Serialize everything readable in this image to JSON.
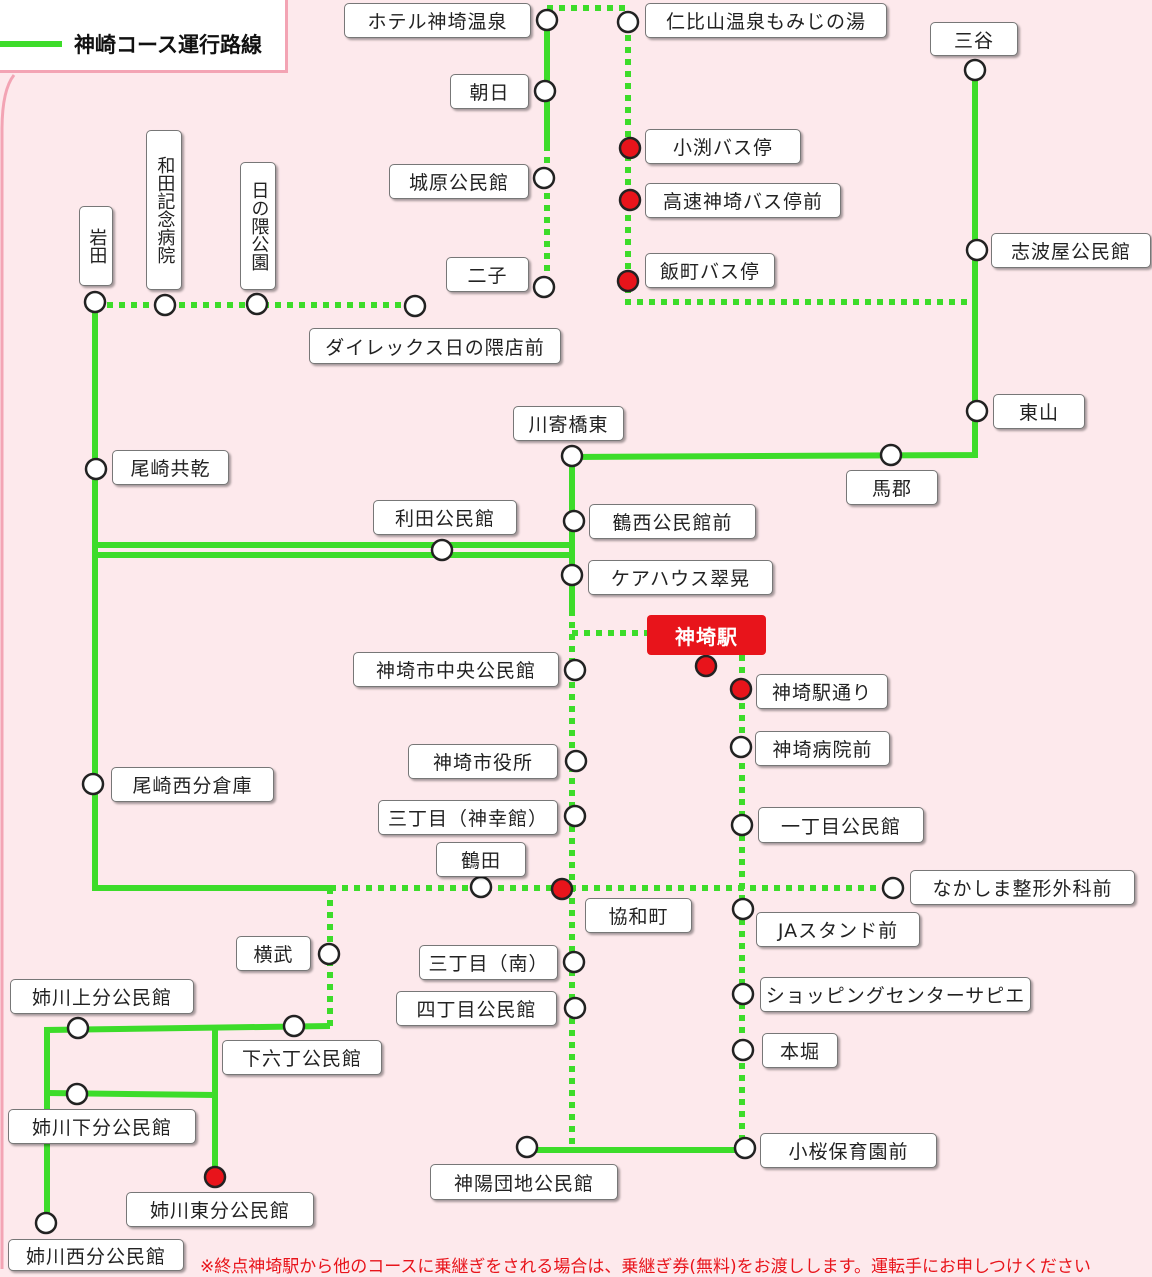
{
  "legend": {
    "route_label": "神崎コース運行路線"
  },
  "station": {
    "name": "神埼駅"
  },
  "stops": {
    "hotel_onsen": "ホテル神埼温泉",
    "nihiyama": "仁比山温泉もみじの湯",
    "sanya": "三谷",
    "asahi": "朝日",
    "kobuchi": "小渕バス停",
    "kosoku": "高速神埼バス停前",
    "jobaru": "城原公民館",
    "iimachi": "飯町バス停",
    "shibaya": "志波屋公民館",
    "wada": "和田記念病院",
    "hinokuma_park": "日の隈公園",
    "iwata": "岩田",
    "futago": "二子",
    "direx": "ダイレックス日の隈店前",
    "higashiyama": "東山",
    "kawayose": "川寄橋東",
    "ozaki_kyoken": "尾崎共乾",
    "magori": "馬郡",
    "rita": "利田公民館",
    "tsurunishi": "鶴西公民館前",
    "carehouse": "ケアハウス翠晃",
    "chuo_kominkan": "神埼市中央公民館",
    "ekidori": "神埼駅通り",
    "hospital": "神埼病院前",
    "shiyakusho": "神埼市役所",
    "ozaki_nishi": "尾崎西分倉庫",
    "sanchome_shinko": "三丁目（神幸館）",
    "itchome": "一丁目公民館",
    "tsuruda": "鶴田",
    "nakashima": "なかしま整形外科前",
    "kyowacho": "協和町",
    "ja": "JAスタンド前",
    "yokotake": "横武",
    "sanchome_minami": "三丁目（南）",
    "anegawa_kami": "姉川上分公民館",
    "yonchome": "四丁目公民館",
    "sapie": "ショッピングセンターサピエ",
    "shimorokucho": "下六丁公民館",
    "hongori": "本堀",
    "anegawa_shimo": "姉川下分公民館",
    "kozakura": "小桜保育園前",
    "jinyo": "神陽団地公民館",
    "anegawa_higashi": "姉川東分公民館",
    "anegawa_nishi": "姉川西分公民館"
  },
  "note": "※終点神埼駅から他のコースに乗継ぎをされる場合は、乗継ぎ券(無料)をお渡しします。運転手にお申しつけください",
  "colors": {
    "route": "#3ddc2a",
    "background": "#fde9ec",
    "transfer_stop": "#e8141b",
    "station": "#e8141b"
  }
}
